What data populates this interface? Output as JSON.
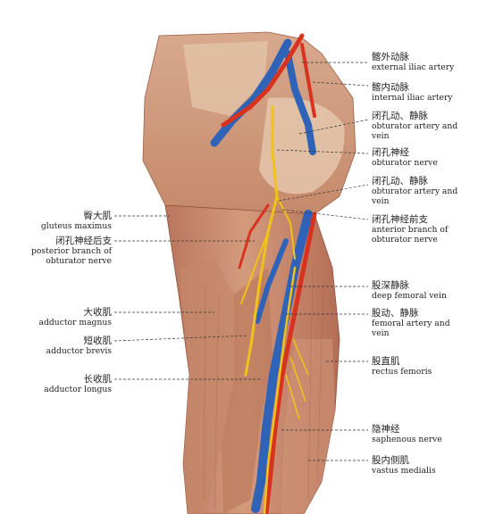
{
  "labels_right": [
    {
      "zh": "髂外动脉",
      "en": [
        "external iliac artery"
      ]
    },
    {
      "zh": "髂内动脉",
      "en": [
        "internal iliac artery"
      ]
    },
    {
      "zh": "闭孔动、静脉",
      "en": [
        "obturator artery and",
        "vein"
      ]
    },
    {
      "zh": "闭孔神经",
      "en": [
        "obturator nerve"
      ]
    },
    {
      "zh": "闭孔动、静脉",
      "en": [
        "obturator artery and",
        "vein"
      ]
    },
    {
      "zh": "闭孔神经前支",
      "en": [
        "anterior branch of",
        "obturator nerve"
      ]
    },
    {
      "zh": "股深静脉",
      "en": [
        "deep femoral vein"
      ]
    },
    {
      "zh": "股动、静脉",
      "en": [
        "femoral artery and",
        "vein"
      ]
    },
    {
      "zh": "股直肌",
      "en": [
        "rectus femoris"
      ]
    },
    {
      "zh": "隐神经",
      "en": [
        "saphenous nerve"
      ]
    },
    {
      "zh": "股内侧肌",
      "en": [
        "vastus medialis"
      ]
    }
  ],
  "labels_left": [
    {
      "zh": "臀大肌",
      "en": [
        "gluteus maximus"
      ]
    },
    {
      "zh": "闭孔神经后支",
      "en": [
        "posterior branch of",
        "obturator nerve"
      ]
    },
    {
      "zh": "大收肌",
      "en": [
        "adductor magnus"
      ]
    },
    {
      "zh": "短收肌",
      "en": [
        "adductor brevis"
      ]
    },
    {
      "zh": "长收肌",
      "en": [
        "adductor longus"
      ]
    }
  ],
  "colors": {
    "muscle": "#c98a6e",
    "muscle_dark": "#a8624a",
    "fascia": "#d9b79a",
    "artery": "#d8331f",
    "vein": "#2f63b8",
    "nerve": "#f0c21a",
    "leader": "#333333"
  }
}
